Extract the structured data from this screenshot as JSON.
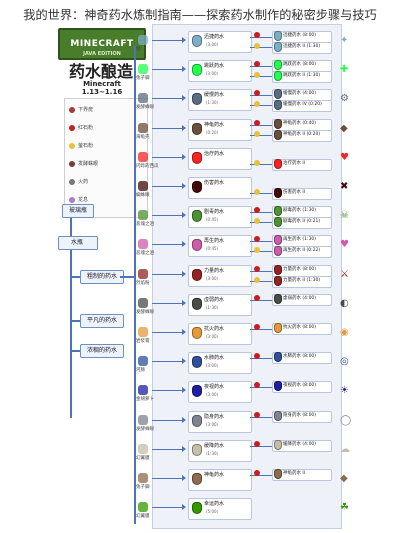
{
  "page": {
    "title": "我的世界：神奇药水炼制指南——探索药水制作的秘密步骤与技巧"
  },
  "poster": {
    "logo": "MINECRAFT",
    "logo_sub": "JAVA EDITION",
    "title": "药水酿造",
    "version": "Minecraft 1.13~1.16"
  },
  "legend": [
    {
      "label": "下界疣",
      "color": "#a63b3b"
    },
    {
      "label": "红石粉",
      "color": "#c81e1e"
    },
    {
      "label": "萤石粉",
      "color": "#e8c23a"
    },
    {
      "label": "发酵蛛眼",
      "color": "#7a3b3b"
    },
    {
      "label": "火药",
      "color": "#777777"
    },
    {
      "label": "龙息",
      "color": "#b07acb"
    }
  ],
  "base": {
    "bottle": "玻璃瓶",
    "water": "水瓶",
    "awkward": "粗制的药水",
    "mundane": "平凡的药水",
    "thick": "浓稠的药水"
  },
  "rows": [
    {
      "ingredient": "糖",
      "name": "迅捷药水",
      "time": "(3:00)",
      "ext": "迅捷药水 (8:00)",
      "lvl2": "迅捷药水 II (1:30)",
      "color": "#7cafc6",
      "effect": "✦"
    },
    {
      "ingredient": "兔子脚",
      "name": "跳跃药水",
      "time": "(3:00)",
      "ext": "跳跃药水 (8:00)",
      "lvl2": "跳跃药水 II (1:30)",
      "color": "#22ff4c",
      "effect": "✚"
    },
    {
      "ingredient": "发酵蛛眼",
      "name": "缓慢药水",
      "time": "(1:30)",
      "ext": "缓慢药水 (4:00)",
      "lvl2": "缓慢药水 IV (0:20)",
      "color": "#5a6c81",
      "effect": "⚙"
    },
    {
      "ingredient": "海龟壳",
      "name": "神龟药水",
      "time": "(0:20)",
      "ext": "神龟药水 (0:40)",
      "lvl2": "神龟药水 II (0:20)",
      "color": "#6b4f3b",
      "effect": "◆"
    },
    {
      "ingredient": "闪烁的西瓜",
      "name": "治疗药水",
      "time": "",
      "ext": "",
      "lvl2": "治疗药水 II",
      "color": "#f82423",
      "effect": "♥"
    },
    {
      "ingredient": "蜘蛛眼",
      "name": "伤害药水",
      "time": "",
      "ext": "",
      "lvl2": "伤害药水 II",
      "color": "#430a09",
      "effect": "✖"
    },
    {
      "ingredient": "恶魂之泪",
      "name": "剧毒药水",
      "time": "(0:45)",
      "ext": "剧毒药水 (1:30)",
      "lvl2": "剧毒药水 II (0:21)",
      "color": "#4e9331",
      "effect": "☠"
    },
    {
      "ingredient": "恶魂之泪",
      "name": "再生药水",
      "time": "(0:45)",
      "ext": "再生药水 (1:30)",
      "lvl2": "再生药水 II (0:22)",
      "color": "#cd5cab",
      "effect": "♥"
    },
    {
      "ingredient": "烈焰粉",
      "name": "力量药水",
      "time": "(3:00)",
      "ext": "力量药水 (8:00)",
      "lvl2": "力量药水 II (1:30)",
      "color": "#932423",
      "effect": "⚔"
    },
    {
      "ingredient": "发酵蛛眼",
      "name": "虚弱药水",
      "time": "(1:30)",
      "ext": "虚弱药水 (4:00)",
      "lvl2": "",
      "color": "#484d48",
      "effect": "◐"
    },
    {
      "ingredient": "岩浆膏",
      "name": "抗火药水",
      "time": "(3:00)",
      "ext": "抗火药水 (8:00)",
      "lvl2": "",
      "color": "#e49a3a",
      "effect": "◉"
    },
    {
      "ingredient": "河豚",
      "name": "水肺药水",
      "time": "(3:00)",
      "ext": "水肺药水 (8:00)",
      "lvl2": "",
      "color": "#2e5299",
      "effect": "◎"
    },
    {
      "ingredient": "金胡萝卜",
      "name": "夜视药水",
      "time": "(3:00)",
      "ext": "夜视药水 (8:00)",
      "lvl2": "",
      "color": "#1f1fa1",
      "effect": "☀"
    },
    {
      "ingredient": "发酵蛛眼",
      "name": "隐身药水",
      "time": "(3:00)",
      "ext": "隐身药水 (8:00)",
      "lvl2": "",
      "color": "#7f8392",
      "effect": "◯"
    },
    {
      "ingredient": "幻翼膜",
      "name": "缓降药水",
      "time": "(1:30)",
      "ext": "缓降药水 (4:00)",
      "lvl2": "",
      "color": "#c3bfa8",
      "effect": "☁"
    },
    {
      "ingredient": "兔子脚",
      "name": "神龟药水",
      "time": "",
      "ext": "神龟药水 II",
      "lvl2": "",
      "color": "#8d6b4f",
      "effect": "◆"
    },
    {
      "ingredient": "幻翼膜",
      "name": "幸运药水",
      "time": "(5:00)",
      "ext": "",
      "lvl2": "",
      "color": "#339900",
      "effect": "☘"
    }
  ],
  "colors": {
    "trunk": "#4e74b8",
    "panel": "#eef2f8"
  }
}
